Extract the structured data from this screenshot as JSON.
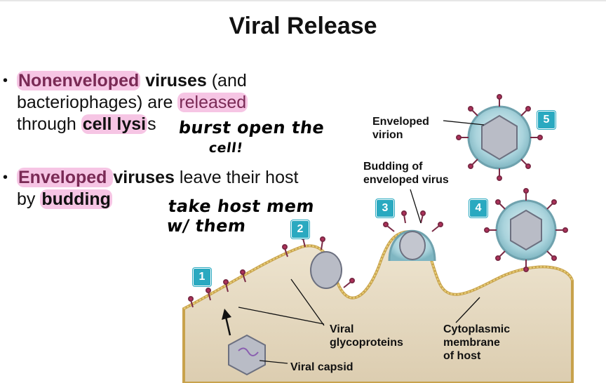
{
  "slide": {
    "title": "Viral Release",
    "bullets": [
      {
        "parts": [
          "Nonenveloped",
          " viruses",
          " (and bacteriophages) are ",
          "released",
          " through ",
          "cell lysi",
          "s"
        ]
      },
      {
        "parts": [
          "Enveloped ",
          "viruses",
          " leave their host by ",
          "budding"
        ]
      }
    ],
    "handwriting": {
      "note1_line1": "burst open the",
      "note1_line2": "cell!",
      "note2_line1": "take host mem",
      "note2_line2": "w/ them"
    }
  },
  "figure": {
    "steps": [
      "1",
      "2",
      "3",
      "4",
      "5"
    ],
    "labels": {
      "enveloped_virion": "Enveloped\nvirion",
      "budding": "Budding of\nenveloped virus",
      "glycoproteins": "Viral\nglycoproteins",
      "membrane": "Cytoplasmic\nmembrane\nof host",
      "capsid": "Viral capsid"
    }
  },
  "colors": {
    "highlight": "#ee96cd",
    "step_badge": "#2aa9c0",
    "spike": "#b0305a",
    "envelope": "#8fc4cf",
    "cell": "#e8dcc6"
  }
}
